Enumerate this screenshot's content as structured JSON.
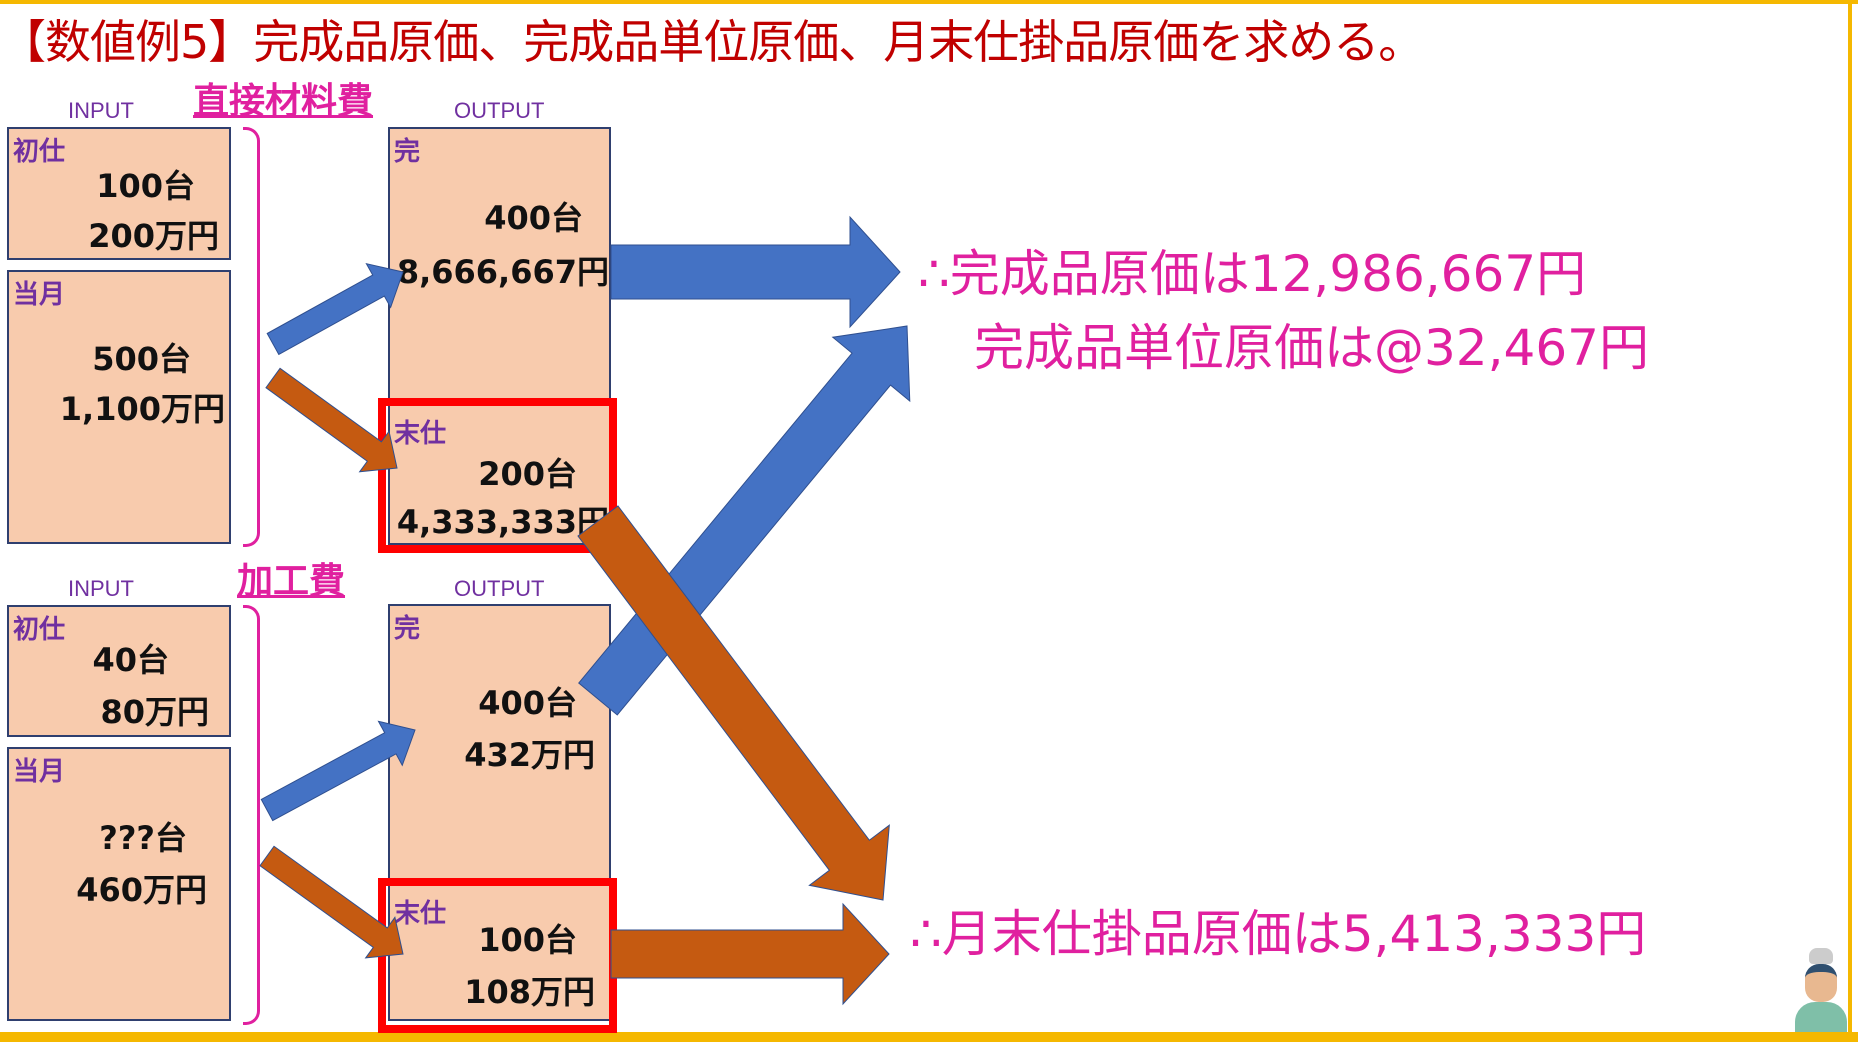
{
  "title": "【数値例5】完成品原価、完成品単位原価、月末仕掛品原価を求める。",
  "colors": {
    "title": "#c00000",
    "accent": "#e0209f",
    "blue_arrow": "#4472c4",
    "orange_arrow": "#c55a11",
    "box": "#f8cbad",
    "highlight": "#ff0000"
  },
  "material": {
    "section": "直接材料費",
    "input_label": "INPUT",
    "output_label": "OUTPUT",
    "beginning": {
      "label": "初仕",
      "units": "100台",
      "cost": "200万円"
    },
    "current": {
      "label": "当月",
      "units": "500台",
      "cost": "1,100万円"
    },
    "completed": {
      "label": "完",
      "units": "400台",
      "cost": "8,666,667円"
    },
    "ending": {
      "label": "末仕",
      "units": "200台",
      "cost": "4,333,333円"
    }
  },
  "conversion": {
    "section": "加工費",
    "input_label": "INPUT",
    "output_label": "OUTPUT",
    "beginning": {
      "label": "初仕",
      "units": "40台",
      "cost": "80万円"
    },
    "current": {
      "label": "当月",
      "units": "???台",
      "cost": "460万円"
    },
    "completed": {
      "label": "完",
      "units": "400台",
      "cost": "432万円"
    },
    "ending": {
      "label": "末仕",
      "units": "100台",
      "cost": "108万円"
    }
  },
  "results": {
    "completed_cost": "∴完成品原価は12,986,667円",
    "unit_cost": "完成品単位原価は@32,467円",
    "ending_wip": "∴月末仕掛品原価は5,413,333円"
  }
}
